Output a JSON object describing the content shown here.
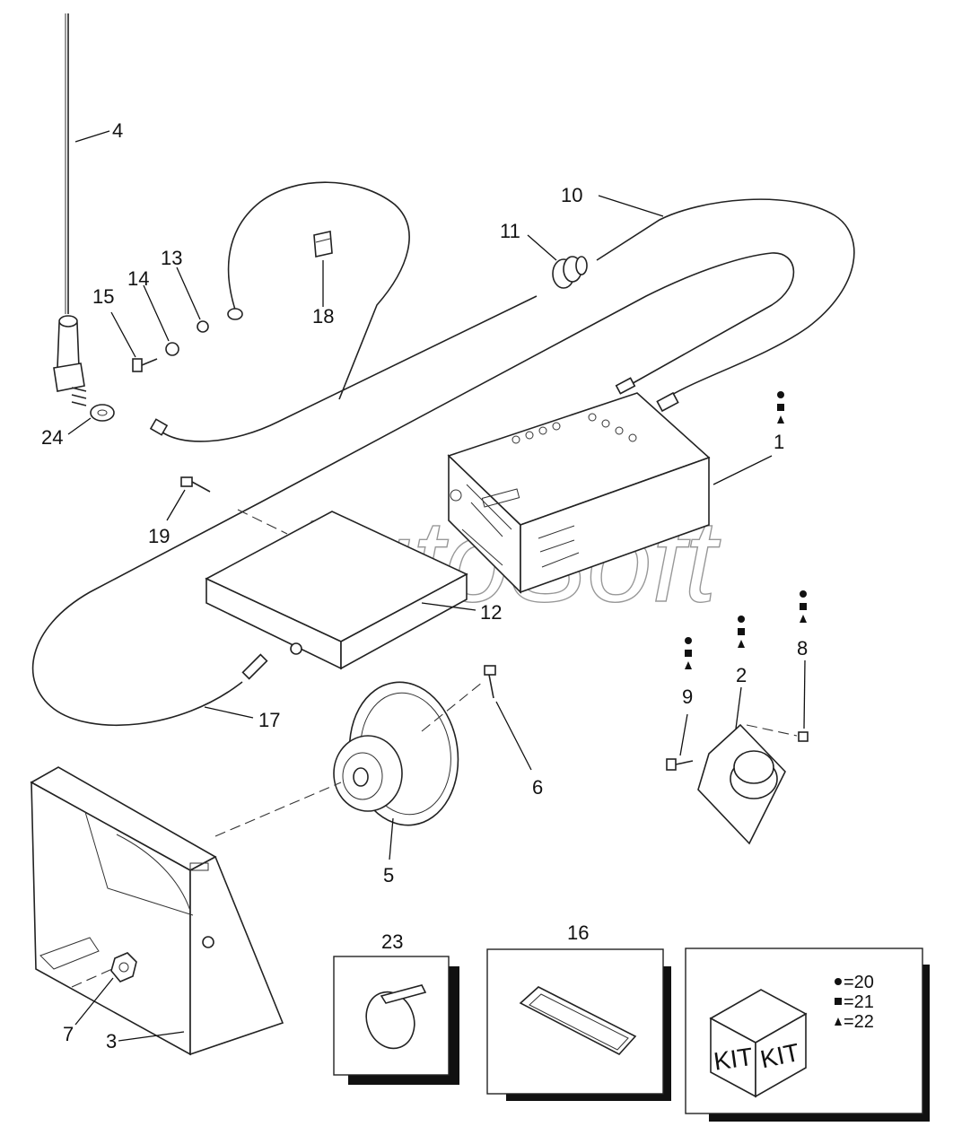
{
  "watermark": "AutoSoft",
  "part_labels": {
    "p1": "1",
    "p2": "2",
    "p3": "3",
    "p4": "4",
    "p5": "5",
    "p6": "6",
    "p7": "7",
    "p8": "8",
    "p9": "9",
    "p10": "10",
    "p11": "11",
    "p12": "12",
    "p13": "13",
    "p14": "14",
    "p15": "15",
    "p16": "16",
    "p17": "17",
    "p18": "18",
    "p19": "19",
    "p23": "23",
    "p24": "24"
  },
  "kit_box": {
    "face_left": "KIT",
    "face_right": "KIT",
    "legend": [
      "=20",
      "=21",
      "=22"
    ]
  },
  "colors": {
    "line": "#222222",
    "background": "#ffffff",
    "shadow": "#111111"
  }
}
